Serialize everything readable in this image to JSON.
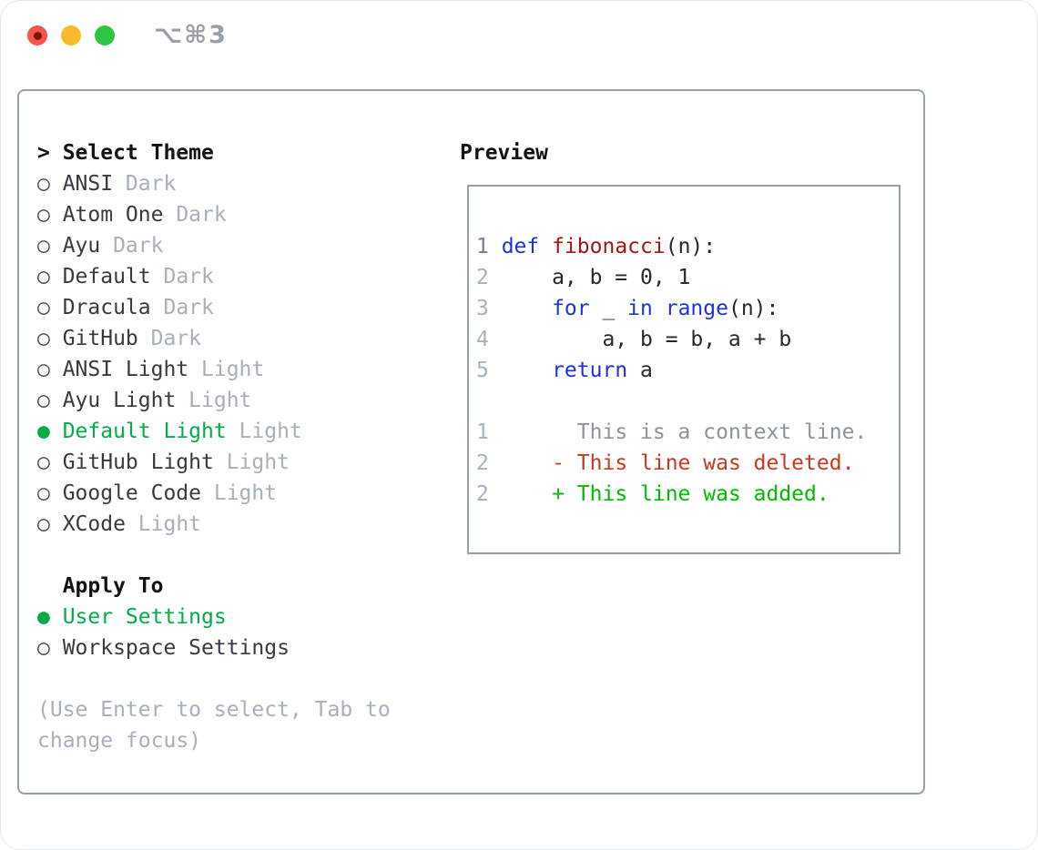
{
  "window": {
    "title": "⌥⌘3",
    "traffic_lights": {
      "close": "close",
      "minimize": "minimize",
      "zoom": "zoom"
    }
  },
  "colors": {
    "traffic_red": "#f4544d",
    "traffic_red_dot": "#7e1308",
    "traffic_yellow": "#fcba28",
    "traffic_green": "#2bc743",
    "border_gray": "#97a1ac",
    "heading_black": "#111417",
    "item_name": "#363b42",
    "muted_gray": "#a8b0bb",
    "circle_gray": "#41464d",
    "accent_green": "#00ae44",
    "line_number": "#a8b2bc",
    "line_number_active": "#76828e",
    "keyword_blue": "#1e33d6",
    "function_red": "#a31515",
    "code_default": "#24292e",
    "diff_context": "#8b939c",
    "diff_deleted": "#c7381f",
    "diff_added": "#00bb00"
  },
  "glyphs": {
    "focus_caret": ">",
    "radio_unselected": "○",
    "radio_selected": "●"
  },
  "theme_selector": {
    "heading": "Select Theme",
    "items": [
      {
        "marker": "○",
        "name": "ANSI",
        "variant": "Dark",
        "selected": false
      },
      {
        "marker": "○",
        "name": "Atom One",
        "variant": "Dark",
        "selected": false
      },
      {
        "marker": "○",
        "name": "Ayu",
        "variant": "Dark",
        "selected": false
      },
      {
        "marker": "○",
        "name": "Default",
        "variant": "Dark",
        "selected": false
      },
      {
        "marker": "○",
        "name": "Dracula",
        "variant": "Dark",
        "selected": false
      },
      {
        "marker": "○",
        "name": "GitHub",
        "variant": "Dark",
        "selected": false
      },
      {
        "marker": "○",
        "name": "ANSI Light",
        "variant": "Light",
        "selected": false
      },
      {
        "marker": "○",
        "name": "Ayu Light",
        "variant": "Light",
        "selected": false
      },
      {
        "marker": "●",
        "name": "Default Light",
        "variant": "Light",
        "selected": true
      },
      {
        "marker": "○",
        "name": "GitHub Light",
        "variant": "Light",
        "selected": false
      },
      {
        "marker": "○",
        "name": "Google Code",
        "variant": "Light",
        "selected": false
      },
      {
        "marker": "○",
        "name": "XCode",
        "variant": "Light",
        "selected": false
      }
    ],
    "apply_to": {
      "heading": "Apply To",
      "options": [
        {
          "marker": "●",
          "label": "User Settings",
          "selected": true
        },
        {
          "marker": "○",
          "label": "Workspace Settings",
          "selected": false
        }
      ]
    },
    "help_line1": "(Use Enter to select, Tab to",
    "help_line2": "change focus)"
  },
  "preview": {
    "heading": "Preview",
    "code_lines": [
      {
        "num": "1",
        "seg0": "def",
        "seg1": " ",
        "seg2": "fibonacci",
        "seg3": "(n):"
      },
      {
        "num": "2",
        "seg0": "    a, b = 0, 1"
      },
      {
        "num": "3",
        "seg0": "    ",
        "seg1": "for",
        "seg2": " _ ",
        "seg3": "in",
        "seg4": " ",
        "seg5": "range",
        "seg6": "(n):"
      },
      {
        "num": "4",
        "seg0": "        a, b = b, a + b"
      },
      {
        "num": "5",
        "seg0": "    ",
        "seg1": "return",
        "seg2": " a"
      }
    ],
    "diff_lines": [
      {
        "num": "1",
        "indent": "      ",
        "text": "This is a context line."
      },
      {
        "num": "2",
        "indent": "    ",
        "text": "- This line was deleted."
      },
      {
        "num": "2",
        "indent": "    ",
        "text": "+ This line was added."
      }
    ]
  }
}
